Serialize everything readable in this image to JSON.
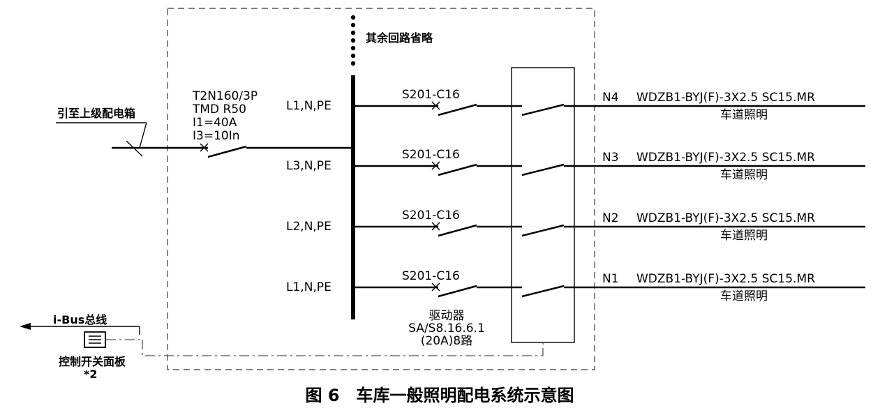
{
  "omitted_circuits_label": "其余回路省略",
  "incoming_label": "引至上级配电箱",
  "main_breaker": {
    "model": "T2N160/3P",
    "trip": "TMD R50",
    "i1": "I1=40A",
    "i3": "I3=10In"
  },
  "circuits": [
    {
      "phase": "L1,N,PE",
      "breaker": "S201-C16",
      "number": "N4",
      "cable": "WDZB1-BYJ(F)-3X2.5 SC15.MR",
      "load": "车道照明"
    },
    {
      "phase": "L3,N,PE",
      "breaker": "S201-C16",
      "number": "N3",
      "cable": "WDZB1-BYJ(F)-3X2.5 SC15.MR",
      "load": "车道照明"
    },
    {
      "phase": "L2,N,PE",
      "breaker": "S201-C16",
      "number": "N2",
      "cable": "WDZB1-BYJ(F)-3X2.5 SC15.MR",
      "load": "车道照明"
    },
    {
      "phase": "L1,N,PE",
      "breaker": "S201-C16",
      "number": "N1",
      "cable": "WDZB1-BYJ(F)-3X2.5 SC15.MR",
      "load": "车道照明"
    }
  ],
  "actuator": {
    "name": "驱动器",
    "model": "SA/S8.16.6.1",
    "spec": "(20A)8路"
  },
  "bus_label": "i-Bus总线",
  "panel_label": "控制开关面板",
  "panel_qty": "*2",
  "caption": "图 6　车库一般照明配电系统示意图"
}
